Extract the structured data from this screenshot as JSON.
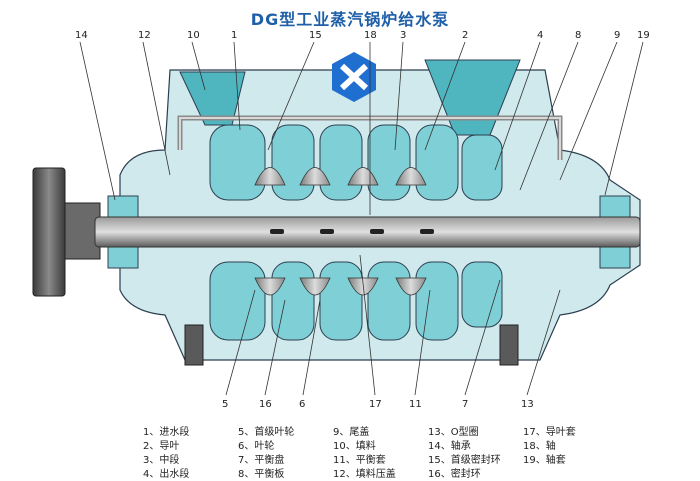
{
  "title": "DG型工业蒸汽锅炉给水泵",
  "callouts_top": [
    "14",
    "12",
    "10",
    "1",
    "15",
    "18",
    "3",
    "2",
    "4",
    "8",
    "9",
    "19"
  ],
  "callouts_bottom": [
    "5",
    "16",
    "6",
    "17",
    "11",
    "7",
    "13"
  ],
  "legend": [
    {
      "num": "1、",
      "text": "进水段"
    },
    {
      "num": "2、",
      "text": "导叶"
    },
    {
      "num": "3、",
      "text": "中段"
    },
    {
      "num": "4、",
      "text": "出水段"
    },
    {
      "num": "5、",
      "text": "首级叶轮"
    },
    {
      "num": "6、",
      "text": "叶轮"
    },
    {
      "num": "7、",
      "text": "平衡盘"
    },
    {
      "num": "8、",
      "text": "平衡板"
    },
    {
      "num": "9、",
      "text": "尾盖"
    },
    {
      "num": "10、",
      "text": "填料"
    },
    {
      "num": "11、",
      "text": "平衡套"
    },
    {
      "num": "12、",
      "text": "填料压盖"
    },
    {
      "num": "13、",
      "text": "O型圈"
    },
    {
      "num": "14、",
      "text": "轴承"
    },
    {
      "num": "15、",
      "text": "首级密封环"
    },
    {
      "num": "16、",
      "text": "密封环"
    },
    {
      "num": "17、",
      "text": "导叶套"
    },
    {
      "num": "18、",
      "text": "轴"
    },
    {
      "num": "19、",
      "text": "轴套"
    }
  ],
  "colors": {
    "title": "#1f5fa8",
    "water": "#7fd0d6",
    "water_dark": "#4fb5bf",
    "casing": "#cfe9ec",
    "shaft": "#5a5a5a",
    "motor": "#555555",
    "logo": "#1f6fd1"
  }
}
